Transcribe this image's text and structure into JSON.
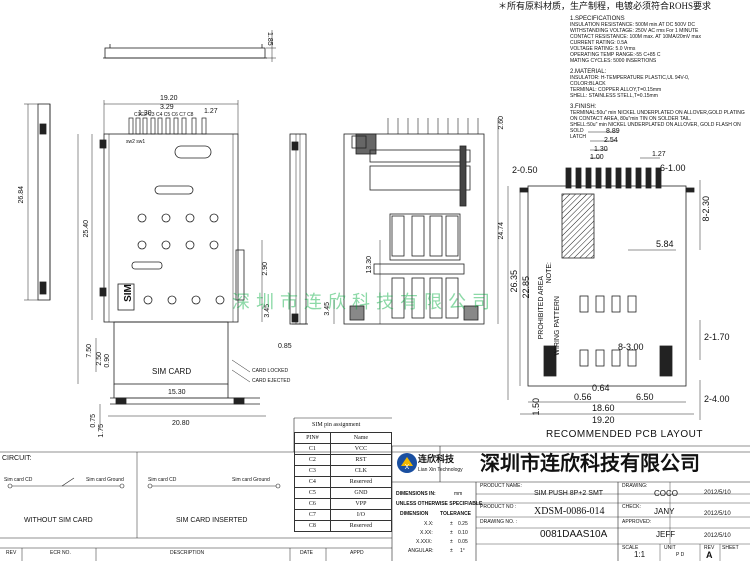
{
  "header": {
    "note": "＊所有原料材质，生产制程，电镀必须符合ROHS要求",
    "spec_title": "1.SPECIFICATIONS",
    "spec_lines": [
      "INSULATION RESISTANCE: 500M min.AT DC 500V DC",
      "WITHSTANDING VOLTAGE:  250V AC rms For 1 MINUTE",
      "CONTACT RESISTANCE: 100M max. AT 10MA/20mV max",
      "CURRENT RATING: 0.5A",
      "VOLTAGE RATING: 5.0 Vrms",
      "OPERATING TEMP RANGE:-55 C+85 C",
      "MATING CYCLES: 5000 INSERTIONS"
    ],
    "material_title": "2.MATERIAL:",
    "material_lines": [
      "INSULATOR: H-TEMPERATURE PLASTIC,UL 94V-0,",
      "COLOR:BLACK",
      "TERMINAL: COPPER ALLOY,T=0.15mm",
      "SHELL: STAINLESS STELL,T=0.15mm"
    ],
    "finish_title": "3.FINISH:",
    "finish_lines": [
      "TERMINAL:50u\" min NICKEL UNDERPLATED ON ALLOVER,GOLD PLATING",
      "ON CONTACT AREA, 80u\"min TIN ON SOLDER TAIL.",
      "SHELL:50u\" min NICKEL UNDERPLATED ON ALLOVER, GOLD FLASH ON SOLD",
      "LATCH"
    ]
  },
  "top_view": {
    "dim_height": "1.85"
  },
  "front_view": {
    "dim_width_top": "19.20",
    "dim_329": "3.29",
    "dim_130": "1.30",
    "dim_127": "1.27",
    "pins_label": "C1C2 C3 C4 C5 C6 C7 C8",
    "sw_label": "sw2 sw1",
    "dim_2684": "26.84",
    "dim_2540": "25.40",
    "dim_290": "2.90",
    "dim_345": "3.45",
    "dim_750": "7.50",
    "dim_250": "2.50",
    "dim_090": "0.90",
    "dim_085": "0.85",
    "dim_1530": "15.30",
    "dim_2080": "20.80",
    "dim_075": "0.75",
    "dim_175": "1.75",
    "sim_label": "SIM",
    "sim_card": "SIM CARD",
    "card_locked": "CARD LOCKED",
    "card_ejected": "CARD EJECTED"
  },
  "back_view": {
    "dim_260": "2.60",
    "dim_2474": "24.74",
    "dim_1330": "13.30",
    "dim_345b": "3.45"
  },
  "pcb": {
    "dim_889": "8.89",
    "dim_254": "2.54",
    "dim_130": "1.30",
    "dim_100": "1.00",
    "dim_127": "1.27",
    "dim_2_050": "2-0.50",
    "dim_6_100": "6-1.00",
    "dim_8_230": "8-2.30",
    "dim_584": "5.84",
    "dim_2635": "26.35",
    "dim_2285": "22.85",
    "dim_2_170": "2-1.70",
    "dim_8_300": "8-3.00",
    "dim_064": "0.64",
    "dim_056": "0.56",
    "dim_650": "6.50",
    "dim_2_400": "2-4.00",
    "dim_150": "1.50",
    "dim_1860": "18.60",
    "dim_1920": "19.20",
    "note_line1": "NOTE:",
    "note_line2": "PROHIBITED AREA",
    "note_line3": "WIRING PATTERN",
    "title": "RECOMMENDED PCB LAYOUT"
  },
  "pin_table": {
    "title": "SIM pin assignment",
    "headers": [
      "PIN#",
      "Name"
    ],
    "rows": [
      [
        "C1",
        "VCC"
      ],
      [
        "C2",
        "RST"
      ],
      [
        "C3",
        "CLK"
      ],
      [
        "C4",
        "Reserved"
      ],
      [
        "C5",
        "GND"
      ],
      [
        "C6",
        "VPP"
      ],
      [
        "C7",
        "I/O"
      ],
      [
        "C8",
        "Reserved"
      ]
    ]
  },
  "circuit": {
    "title": "CIRCUIT:",
    "left_label": "WITHOUT SIM CARD",
    "right_label": "SIM CARD INSERTED",
    "card_cd": "Sim card CD",
    "card_gnd": "Sim card Ground"
  },
  "title_block": {
    "company": "深圳市连欣科技有限公司",
    "logo_text": "连欣科技",
    "logo_sub": "Lian Xin Technology",
    "dims_in": "DIMENSIONS IN:",
    "dims_unit": "mm",
    "unless": "UNLESS OTHERWISE SPECIFIABLE",
    "dimension": "DIMENSION",
    "tolerance": "TOLERANCE",
    "tol_rows": [
      [
        "X.X:",
        "±",
        "0.25"
      ],
      [
        "X.XX:",
        "±",
        "0.10"
      ],
      [
        "X.XXX:",
        "±",
        "0.05"
      ],
      [
        "ANGULAR:",
        "±",
        "1°"
      ]
    ],
    "product_name_label": "PRODUCT NAME:",
    "product_name": "SIM PUSH 8P+2 SMT",
    "product_no_label": "PRODUCT NO :",
    "product_no": "XDSM-0086-014",
    "drawing_no_label": "DRAWING NO. :",
    "drawing_no": "0081DAAS10A",
    "drawing_label": "DRAWING:",
    "drawing_by": "COCO",
    "drawing_date": "2012/5/10",
    "check_label": "CHECK:",
    "check_by": "JANY",
    "check_date": "2012/5/10",
    "approved_label": "APPROVED:",
    "approved_by": "JEFF",
    "approved_date": "2012/5/10",
    "scale_label": "SCALE",
    "scale": "1:1",
    "unit_label": "UNIT",
    "unit": "P D",
    "rev_label": "REV",
    "rev": "A",
    "sheet_label": "SHEET",
    "revision_headers": [
      "REV",
      "ECR NO.",
      "DESCRIPTION",
      "DATE",
      "APPD"
    ]
  },
  "watermark": {
    "text": "深圳市连欣科技有限公司"
  }
}
